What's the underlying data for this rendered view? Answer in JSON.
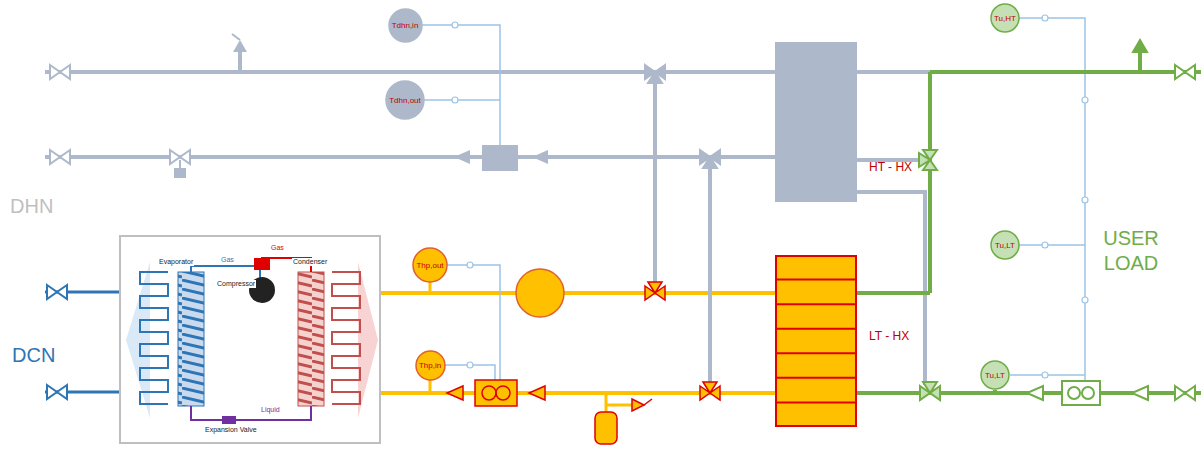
{
  "diagram": {
    "nodes": [
      {
        "text": [
          "Gas",
          "Compressor",
          "Gas",
          "Evaporator",
          "Condenser",
          "Liquid",
          "Expansion Valve"
        ]
      },
      {
        "text": [
          "LT - HX"
        ]
      },
      {
        "text": [
          "HT - HX"
        ]
      },
      {
        "text": [
          "Tdhn,in"
        ]
      },
      {
        "text": [
          "Tdhn,out"
        ]
      },
      {
        "text": [
          "Thp,out"
        ]
      },
      {
        "text": [
          "Thp,in"
        ]
      },
      {
        "text": [
          "Tu,HT"
        ]
      },
      {
        "text": [
          "Tu,LT"
        ]
      },
      {
        "text": [
          "Tu,LT"
        ]
      }
    ],
    "edges": [
      {
        "from": 0,
        "to": 1,
        "arrow": "none"
      },
      {
        "from": 1,
        "to": 0,
        "arrow": "none"
      }
    ],
    "labels": [
      "DHN",
      "DCN",
      "USER LOAD"
    ]
  }
}
